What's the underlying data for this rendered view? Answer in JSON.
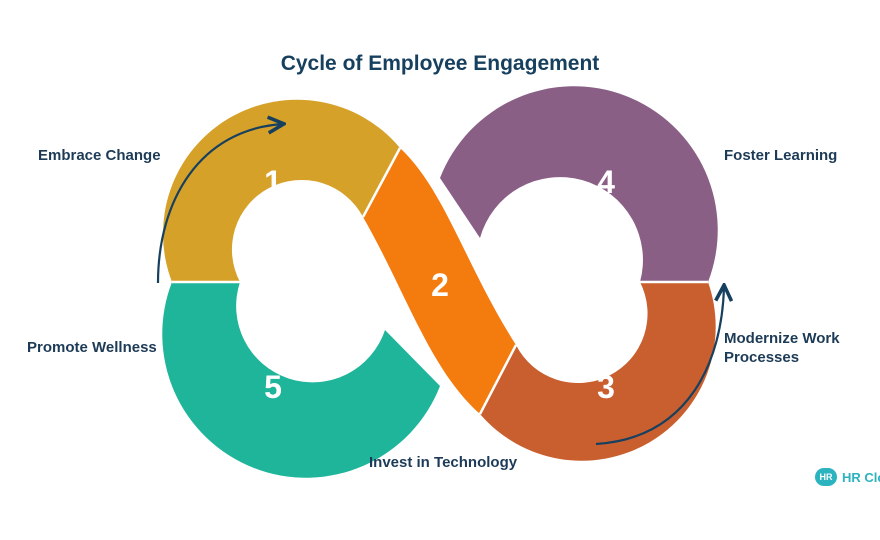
{
  "title": "Cycle of Employee Engagement",
  "segments": [
    {
      "number": "1",
      "label": "Embrace Change",
      "color": "#d6a129"
    },
    {
      "number": "2",
      "label": "Invest in Technology",
      "color": "#f47b0e"
    },
    {
      "number": "3",
      "label": "Modernize Work Processes",
      "color": "#c95f2f"
    },
    {
      "number": "4",
      "label": "Foster Learning",
      "color": "#8a5f86"
    },
    {
      "number": "5",
      "label": "Promote Wellness",
      "color": "#1fb59a"
    }
  ],
  "labels": {
    "embrace": "Embrace Change",
    "wellness": "Promote Wellness",
    "invest": "Invest in Technology",
    "foster": "Foster Learning",
    "modernize": "Modernize Work Processes"
  },
  "arrow_color": "#17405f",
  "logo": {
    "badge": "HR",
    "text": "HR Cloud",
    "color": "#2bb3c0"
  }
}
